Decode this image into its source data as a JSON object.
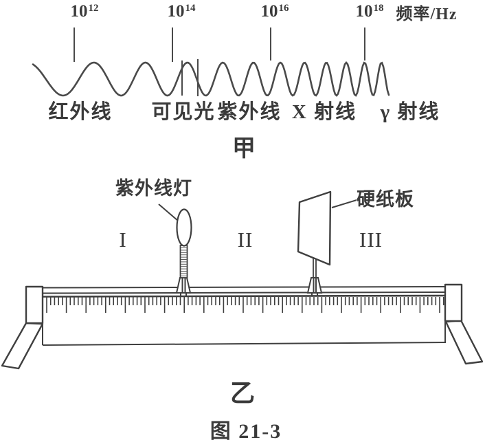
{
  "figure_caption": "图 21-3",
  "colors": {
    "ink": "#3f3f3f",
    "wave": "#4a4a4a",
    "background": "#ffffff"
  },
  "spectrum_panel": {
    "caption": "甲",
    "axis_label": "频率/Hz",
    "frequency_markers": [
      {
        "base": "10",
        "exp": "12"
      },
      {
        "base": "10",
        "exp": "14"
      },
      {
        "base": "10",
        "exp": "16"
      },
      {
        "base": "10",
        "exp": "18"
      }
    ],
    "bands": [
      {
        "label": "红外线"
      },
      {
        "label": "可见光"
      },
      {
        "label": "紫外线"
      },
      {
        "label": "X 射线"
      },
      {
        "label": "γ 射线"
      }
    ]
  },
  "apparatus_panel": {
    "caption": "乙",
    "lamp_label": "紫外线灯",
    "board_label": "硬纸板",
    "regions": [
      {
        "label": "I"
      },
      {
        "label": "II"
      },
      {
        "label": "III"
      }
    ]
  }
}
